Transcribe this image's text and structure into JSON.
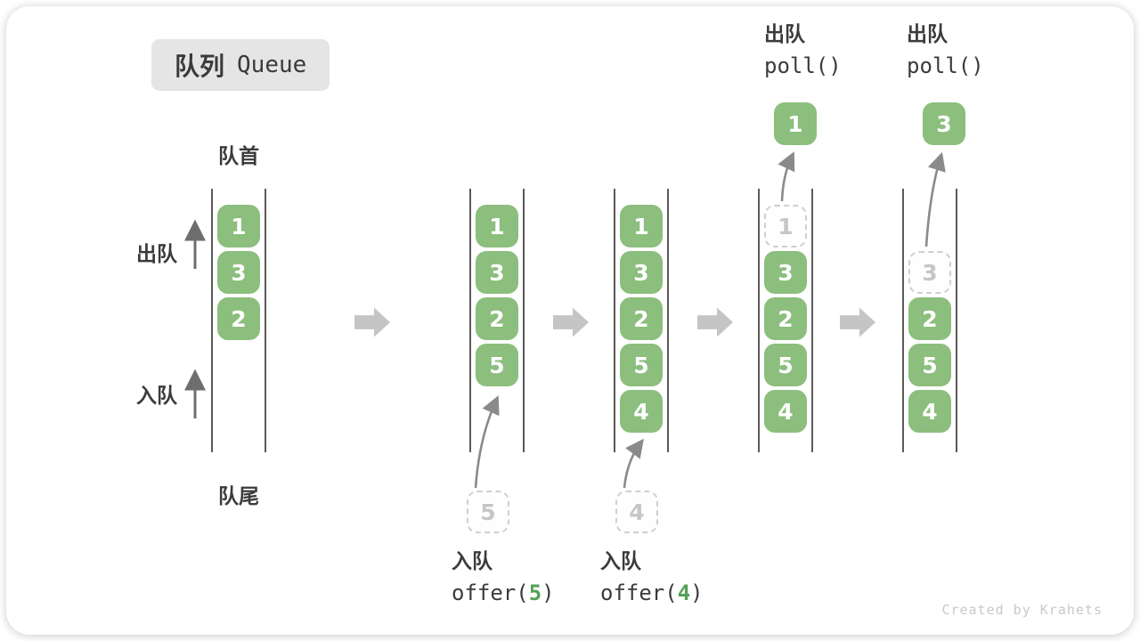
{
  "title": {
    "zh": "队列",
    "en": "Queue"
  },
  "side_labels": {
    "front": "队首",
    "rear": "队尾",
    "dequeue": "出队",
    "enqueue": "入队"
  },
  "colors": {
    "box_green": "#8CBE7D",
    "box_text": "#FFFFFF",
    "dashed_border": "#CFCFCF",
    "dashed_text": "#C6C6C6",
    "channel_line": "#5A5A5A",
    "label_text": "#3B3B3B",
    "block_arrow": "#C5C5C5",
    "curve_arrow": "#8A8A8A",
    "side_arrow": "#6E6E6E",
    "accent_green": "#53A158",
    "badge_bg": "#E5E5E5",
    "watermark": "#C7C9CB"
  },
  "queues": [
    {
      "name": "state-1",
      "slots": [
        {
          "v": "1",
          "t": "solid"
        },
        {
          "v": "3",
          "t": "solid"
        },
        {
          "v": "2",
          "t": "solid"
        }
      ]
    },
    {
      "name": "state-2",
      "slots": [
        {
          "v": "1",
          "t": "solid"
        },
        {
          "v": "3",
          "t": "solid"
        },
        {
          "v": "2",
          "t": "solid"
        },
        {
          "v": "5",
          "t": "solid"
        }
      ]
    },
    {
      "name": "state-3",
      "slots": [
        {
          "v": "1",
          "t": "solid"
        },
        {
          "v": "3",
          "t": "solid"
        },
        {
          "v": "2",
          "t": "solid"
        },
        {
          "v": "5",
          "t": "solid"
        },
        {
          "v": "4",
          "t": "solid"
        }
      ]
    },
    {
      "name": "state-4",
      "slots": [
        {
          "v": "1",
          "t": "dashed"
        },
        {
          "v": "3",
          "t": "solid"
        },
        {
          "v": "2",
          "t": "solid"
        },
        {
          "v": "5",
          "t": "solid"
        },
        {
          "v": "4",
          "t": "solid"
        }
      ]
    },
    {
      "name": "state-5",
      "slots": [
        {
          "v": "",
          "t": "empty"
        },
        {
          "v": "3",
          "t": "dashed"
        },
        {
          "v": "2",
          "t": "solid"
        },
        {
          "v": "5",
          "t": "solid"
        },
        {
          "v": "4",
          "t": "solid"
        }
      ]
    }
  ],
  "top_ops": [
    {
      "label": "出队",
      "code": "poll()",
      "result": "1"
    },
    {
      "label": "出队",
      "code": "poll()",
      "result": "3"
    }
  ],
  "bottom_ops": [
    {
      "label": "入队",
      "code_pre": "offer(",
      "arg": "5",
      "code_post": ")",
      "input": "5"
    },
    {
      "label": "入队",
      "code_pre": "offer(",
      "arg": "4",
      "code_post": ")",
      "input": "4"
    }
  ],
  "watermark": "Created by Krahets"
}
